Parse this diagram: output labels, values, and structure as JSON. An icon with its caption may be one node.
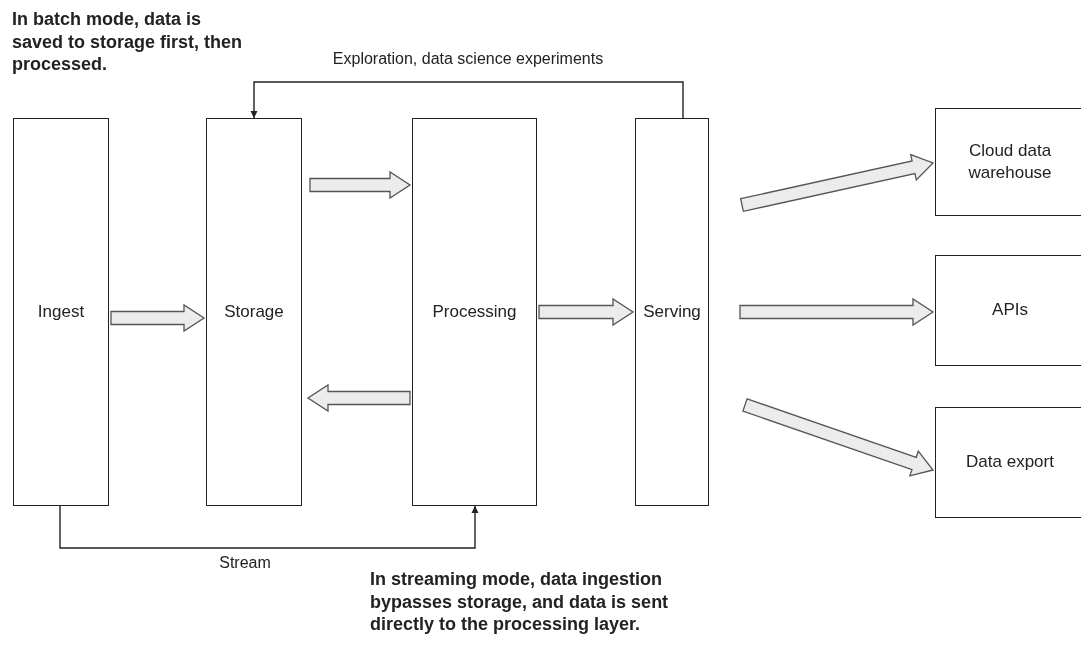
{
  "diagram": {
    "nodes": [
      {
        "text": [
          "Ingest"
        ]
      },
      {
        "text": [
          "Storage"
        ]
      },
      {
        "text": [
          "Processing"
        ]
      },
      {
        "text": [
          "Serving"
        ]
      },
      {
        "text": [
          "Cloud data warehouse"
        ]
      },
      {
        "text": [
          "APIs"
        ]
      },
      {
        "text": [
          "Data export"
        ]
      }
    ],
    "edges": [
      {
        "from": 0,
        "to": 1,
        "arrow": "to",
        "style": "thick"
      },
      {
        "from": 1,
        "to": 2,
        "arrow": "to",
        "style": "thick"
      },
      {
        "from": 2,
        "to": 1,
        "arrow": "to",
        "style": "thick"
      },
      {
        "from": 2,
        "to": 3,
        "arrow": "to",
        "style": "thick"
      },
      {
        "from": 3,
        "to": 4,
        "arrow": "to",
        "style": "thick"
      },
      {
        "from": 3,
        "to": 5,
        "arrow": "to",
        "style": "thick"
      },
      {
        "from": 3,
        "to": 6,
        "arrow": "to",
        "style": "thick"
      },
      {
        "from": 3,
        "to": 1,
        "arrow": "to",
        "label": "Exploration, data science experiments"
      },
      {
        "from": 0,
        "to": 2,
        "arrow": "to",
        "label": "Stream"
      }
    ],
    "labels": [
      "In batch mode, data is saved to storage first, then processed.",
      "In streaming mode, data ingestion bypasses storage, and data is sent directly to the processing layer."
    ]
  }
}
